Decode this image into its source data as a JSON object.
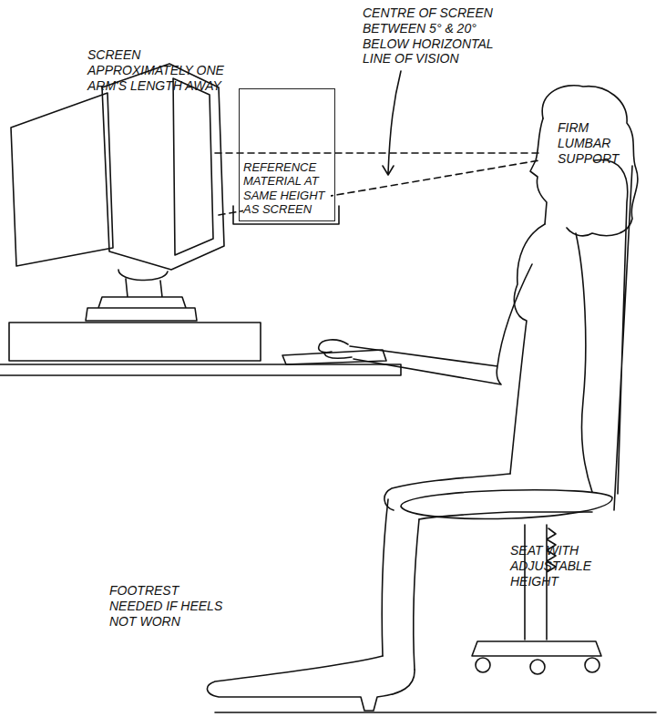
{
  "diagram": {
    "nodes": [
      {
        "text": [
          "REFERENCE MATERIAL AT SAME HEIGHT AS SCREEN"
        ]
      }
    ],
    "labels": [
      "CENTRE OF SCREEN BETWEEN 5° & 20° BELOW HORIZONTAL LINE OF VISION",
      "SCREEN APPROXIMATELY ONE ARM'S LENGTH AWAY",
      "FIRM LUMBAR SUPPORT",
      "SEAT WITH ADJUSTABLE HEIGHT",
      "FOOTREST NEEDED IF HEELS NOT WORN"
    ]
  }
}
